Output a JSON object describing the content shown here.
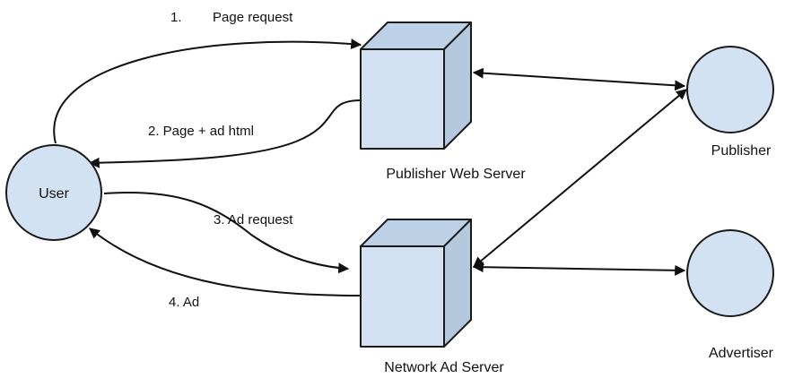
{
  "colors": {
    "node_fill": "#d3e2f2",
    "box_front": "#d3e2f2",
    "box_top": "#bcd0e6",
    "box_side": "#b4c8de",
    "stroke": "#1a1a1a",
    "arrow": "#111111"
  },
  "nodes": {
    "user": {
      "label": "User"
    },
    "publisher": {
      "label": "Publisher"
    },
    "advertiser": {
      "label": "Advertiser"
    },
    "publisher_web_server": {
      "label": "Publisher Web Server"
    },
    "network_ad_server": {
      "label": "Network Ad Server"
    }
  },
  "steps": [
    {
      "number": "1.",
      "label": "Page request"
    },
    {
      "label": "2. Page + ad html"
    },
    {
      "label": "3. Ad request"
    },
    {
      "label": "4. Ad"
    }
  ]
}
